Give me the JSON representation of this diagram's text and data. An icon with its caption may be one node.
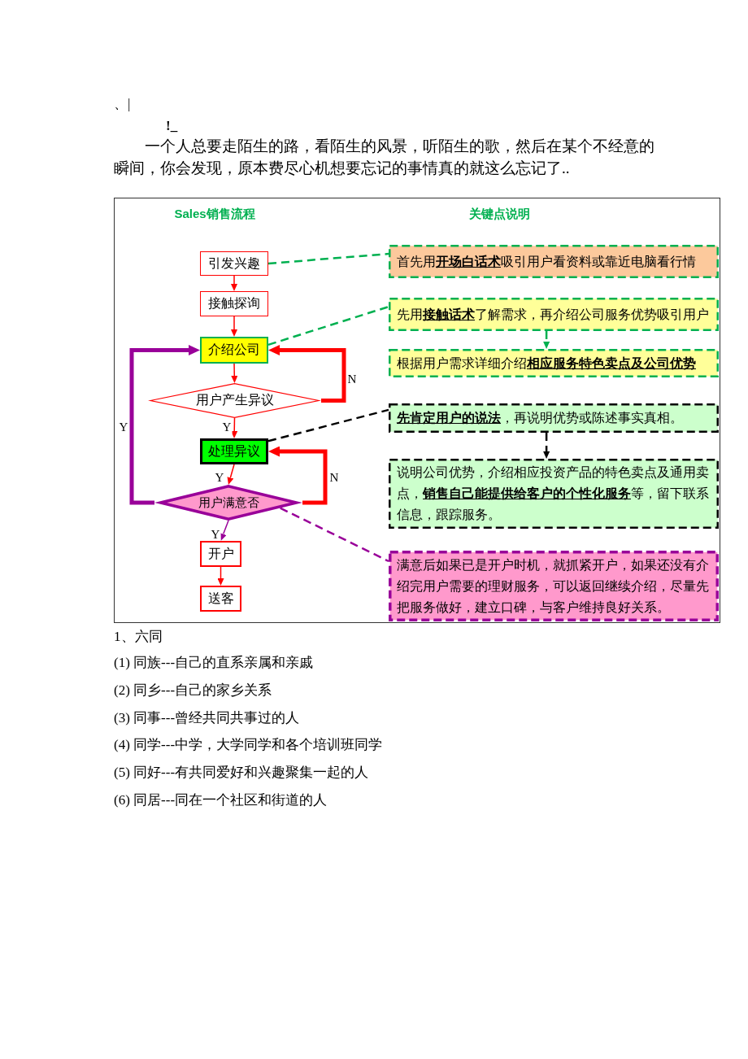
{
  "diagram": {
    "nodes": [
      {
        "text": [
          "Sales销售流程",
          "关键点说明"
        ]
      },
      {
        "text": [
          "引发兴趣"
        ],
        "in": 0
      },
      {
        "text": [
          "接触探询"
        ],
        "in": 0
      },
      {
        "text": [
          "介绍公司"
        ],
        "in": 0
      },
      {
        "text": [
          "用户产生异议"
        ],
        "in": 0
      },
      {
        "text": [
          "处理异议"
        ],
        "in": 0
      },
      {
        "text": [
          "用户满意否"
        ],
        "in": 0
      },
      {
        "text": [
          "开户"
        ],
        "in": 0
      },
      {
        "text": [
          "送客"
        ],
        "in": 0
      },
      {
        "text": [
          "首先用**开场白话术**吸引用户看资料或靠近电脑看行情"
        ],
        "in": 0
      },
      {
        "text": [
          "先用**接触话术**了解需求，再介绍公司服务优势吸引用户"
        ],
        "in": 0
      },
      {
        "text": [
          "根据用户需求详细介绍**相应服务特色卖点及公司优势**"
        ],
        "in": 0
      },
      {
        "text": [
          "**先肯定用户的说法**，再说明优势或陈述事实真相。"
        ],
        "in": 0
      },
      {
        "text": [
          "说明公司优势，介绍相应投资产品的特色卖点及通用卖点，**销售自己能提供给客户的个性化服务**等，留下联系信息，跟踪服务。"
        ],
        "in": 0
      },
      {
        "text": [
          "满意后如果已是开户时机，就抓紧开户，如果还没有介绍完用户需要的理财服务，可以返回继续介绍，尽量先把服务做好，建立口碑，与客户维持良好关系。"
        ],
        "in": 0
      }
    ],
    "edges": [
      {
        "from": 1,
        "to": 2,
        "arrow": "to"
      },
      {
        "from": 2,
        "to": 3,
        "arrow": "to"
      },
      {
        "from": 3,
        "to": 4,
        "arrow": "to"
      },
      {
        "from": 4,
        "to": 5,
        "arrow": "to",
        "label": "Y"
      },
      {
        "from": 4,
        "to": 3,
        "arrow": "to",
        "label": "N",
        "style": "thick"
      },
      {
        "from": 5,
        "to": 6,
        "arrow": "to",
        "label": "Y"
      },
      {
        "from": 6,
        "to": 5,
        "arrow": "to",
        "label": "N",
        "style": "thick"
      },
      {
        "from": 6,
        "to": 3,
        "arrow": "to",
        "label": "Y",
        "style": "thick",
        "color": "#990099"
      },
      {
        "from": 6,
        "to": 7,
        "arrow": "to",
        "label": "Y",
        "color": "#990099"
      },
      {
        "from": 7,
        "to": 8,
        "arrow": "to"
      },
      {
        "from": 1,
        "to": 9,
        "arrow": "none",
        "style": "dashed",
        "color": "#00b050"
      },
      {
        "from": 3,
        "to": 10,
        "arrow": "none",
        "style": "dashed",
        "color": "#00b050"
      },
      {
        "from": 10,
        "to": 11,
        "arrow": "to",
        "style": "dashed",
        "color": "#00b050"
      },
      {
        "from": 5,
        "to": 12,
        "arrow": "none",
        "style": "dashed",
        "color": "#000000"
      },
      {
        "from": 12,
        "to": 13,
        "arrow": "to",
        "style": "dashed",
        "color": "#000000"
      },
      {
        "from": 6,
        "to": 14,
        "arrow": "none",
        "style": "dashed",
        "color": "#990099"
      }
    ],
    "labels": [
      "、|",
      "!_",
      "一个人总要走陌生的路，看陌生的风景，听陌生的歌，然后在某个不经意的瞬间，你会发现，原本费尽心机想要忘记的事情真的就这么忘记了..",
      "1、六同",
      "(1) 同族---自己的直系亲属和亲戚",
      "(2) 同乡---自己的家乡关系",
      "(3) 同事---曾经共同共事过的人",
      "(4) 同学---中学，大学同学和各个培训班同学",
      "(5) 同好---有共同爱好和兴趣聚集一起的人",
      "(6) 同居---同在一个社区和街道的人"
    ]
  }
}
